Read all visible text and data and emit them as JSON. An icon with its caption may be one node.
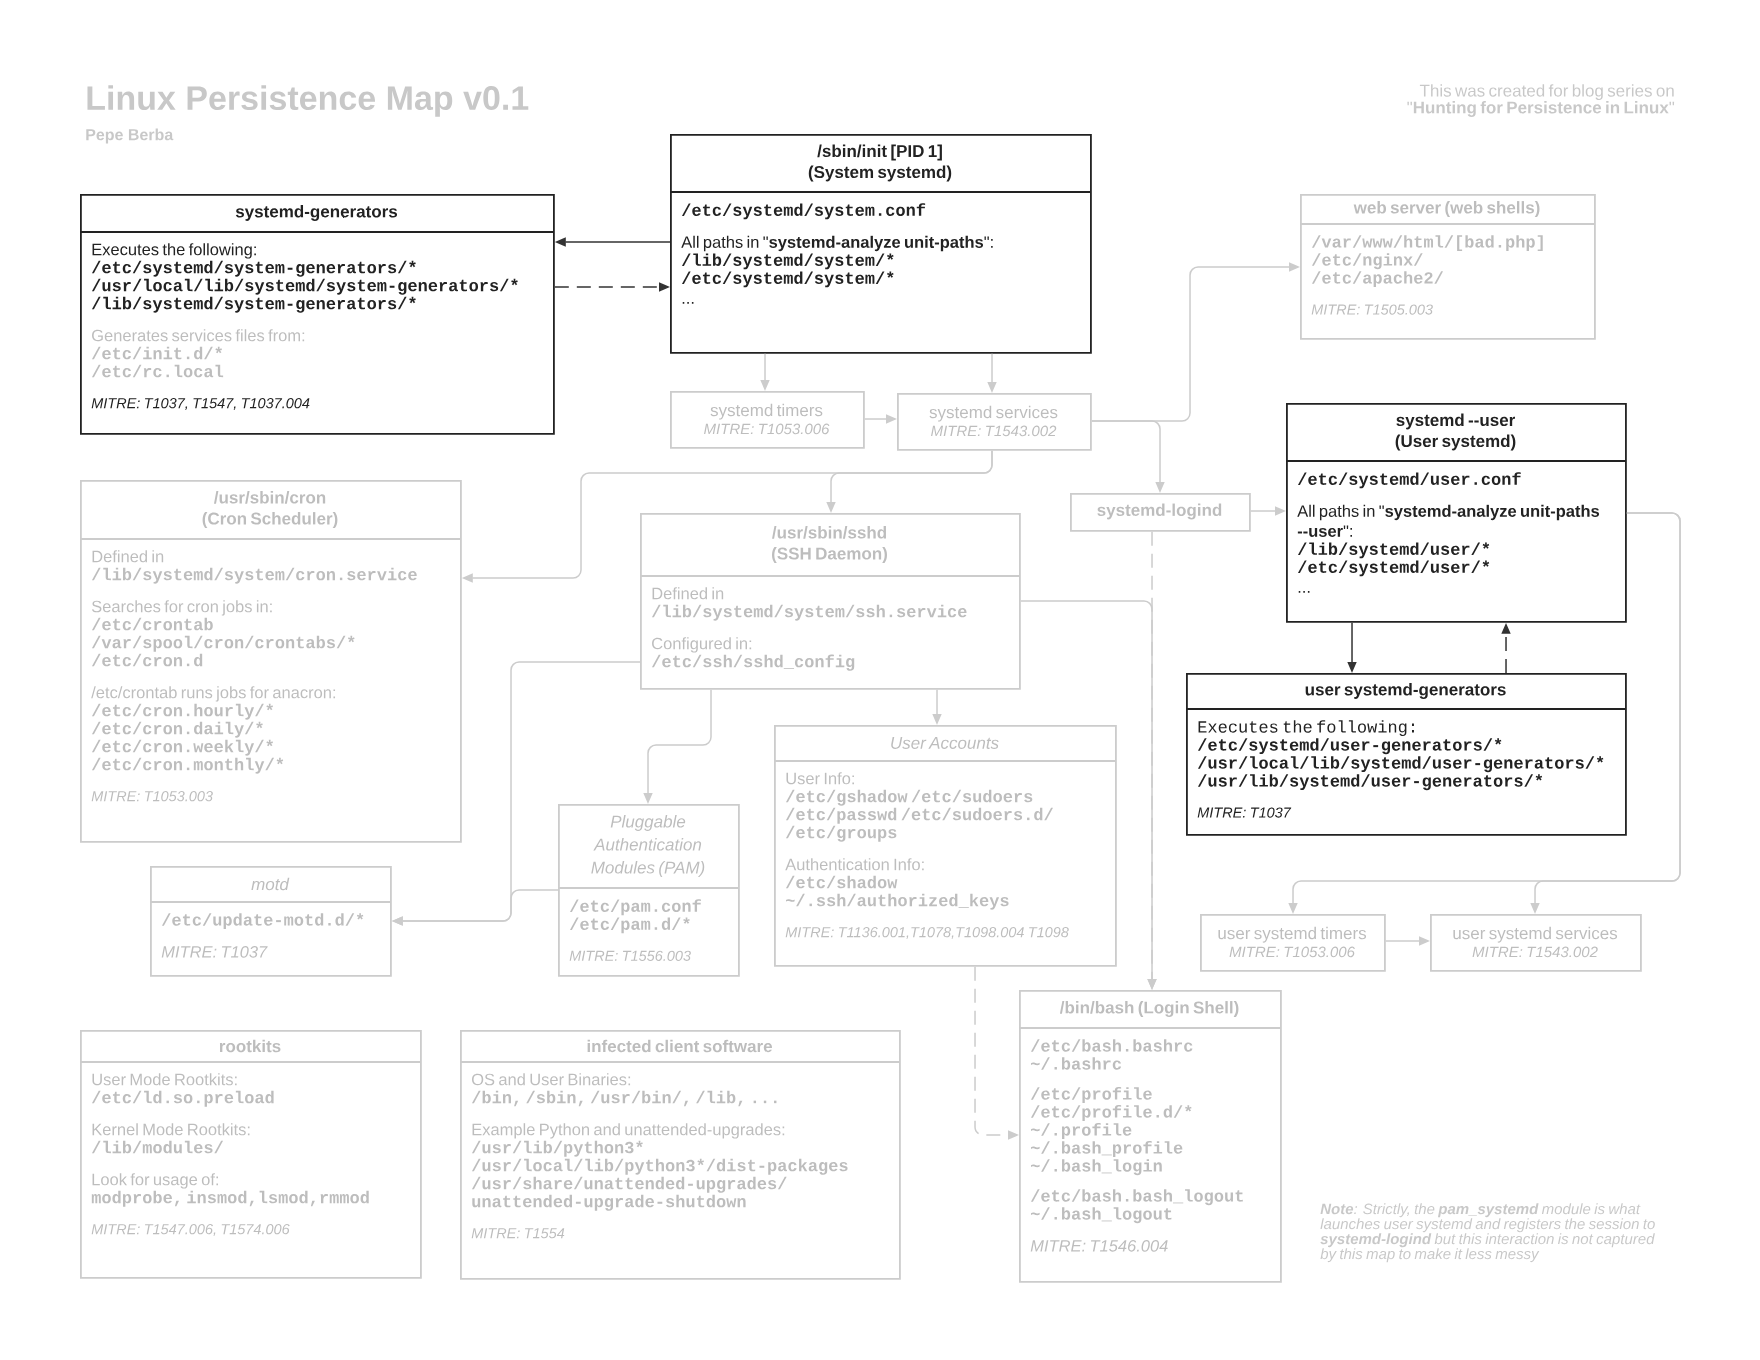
{
  "diagram": {
    "title": "Linux Persistence Map v0.1",
    "nodes": [
      {
        "text": [
          "systemd-generators",
          "Executes the following:",
          "/etc/systemd/system-generators/*",
          "/usr/local/lib/systemd/system-generators/*",
          "/lib/systemd/system-generators/*",
          "Generates services files from:",
          "/etc/init.d/*",
          "/etc/rc.local",
          "MITRE: T1037, T1547, T1037.004"
        ]
      },
      {
        "text": [
          "/sbin/init [PID 1]",
          "(System systemd)",
          "/etc/systemd/system.conf",
          "All paths in \"**systemd-analyze unit-paths**\":",
          "/lib/systemd/system/*",
          "/etc/systemd/system/*",
          "..."
        ]
      },
      {
        "text": [
          "web server (web shells)",
          "/var/www/html/[bad.php]",
          "/etc/nginx/",
          "/etc/apache2/",
          "MITRE: T1505.003"
        ]
      },
      {
        "text": [
          "systemd timers",
          "MITRE: T1053.006"
        ]
      },
      {
        "text": [
          "systemd services",
          "MITRE: T1543.002"
        ]
      },
      {
        "text": [
          "systemd-logind"
        ]
      },
      {
        "text": [
          "systemd --user",
          "(User systemd)",
          "/etc/systemd/user.conf",
          "All paths in \"**systemd-analyze unit-paths --user**\":",
          "/lib/systemd/user/*",
          "/etc/systemd/user/*",
          "..."
        ]
      },
      {
        "text": [
          "/usr/sbin/cron",
          "(Cron Scheduler)",
          "Defined in",
          "/lib/systemd/system/cron.service",
          "Searches for cron jobs in:",
          "/etc/crontab",
          "/var/spool/cron/crontabs/*",
          "/etc/cron.d",
          "/etc/crontab runs jobs for anacron:",
          "/etc/cron.hourly/*",
          "/etc/cron.daily/*",
          "/etc/cron.weekly/*",
          "/etc/cron.monthly/*",
          "MITRE: T1053.003"
        ]
      },
      {
        "text": [
          "/usr/sbin/sshd",
          "(SSH Daemon)",
          "Defined in",
          "/lib/systemd/system/ssh.service",
          "Configured in:",
          "/etc/ssh/sshd_config"
        ]
      },
      {
        "text": [
          "user systemd-generators",
          "Executes the following:",
          "/etc/systemd/user-generators/*",
          "/usr/local/lib/systemd/user-generators/*",
          "/usr/lib/systemd/user-generators/*",
          "MITRE: T1037"
        ]
      },
      {
        "text": [
          "motd",
          "/etc/update-motd.d/*",
          "MITRE: T1037"
        ]
      },
      {
        "text": [
          "Pluggable Authentication Modules (PAM)",
          "/etc/pam.conf",
          "/etc/pam.d/*",
          "MITRE: T1556.003"
        ]
      },
      {
        "text": [
          "User Accounts",
          "User Info:",
          "/etc/gshadow /etc/sudoers",
          "/etc/passwd /etc/sudoers.d/",
          "/etc/groups",
          "Authentication Info:",
          "/etc/shadow",
          "~/.ssh/authorized_keys",
          "MITRE: T1136.001,T1078,T1098.004 T1098"
        ]
      },
      {
        "text": [
          "user systemd timers",
          "MITRE: T1053.006"
        ]
      },
      {
        "text": [
          "user systemd services",
          "MITRE: T1543.002"
        ]
      },
      {
        "text": [
          "rootkits",
          "User Mode Rootkits:",
          "/etc/ld.so.preload",
          "Kernel Mode Rootkits:",
          "/lib/modules/",
          "Look for usage of:",
          "modprobe, insmod,lsmod,rmmod",
          "MITRE: T1547.006, T1574.006"
        ]
      },
      {
        "text": [
          "infected client software",
          "OS and User Binaries:",
          "/bin, /sbin, /usr/bin/, /lib, ...",
          "Example Python and unattended-upgrades:",
          "/usr/lib/python3*",
          "/usr/local/lib/python3*/dist-packages",
          "/usr/share/unattended-upgrades/",
          "unattended-upgrade-shutdown",
          "MITRE: T1554"
        ]
      },
      {
        "text": [
          "/bin/bash (Login Shell)",
          "/etc/bash.bashrc",
          "~/.bashrc",
          "/etc/profile",
          "/etc/profile.d/*",
          "~/.profile",
          "~/.bash_profile",
          "~/.bash_login",
          "/etc/bash.bash_logout",
          "~/.bash_logout",
          "MITRE: T1546.004"
        ]
      }
    ],
    "edges": [
      {
        "from": 1,
        "to": 0,
        "arrow": "to",
        "color": "#333333"
      },
      {
        "from": 0,
        "to": 1,
        "arrow": "to",
        "style": "dashed",
        "color": "#333333"
      },
      {
        "from": 1,
        "to": 3,
        "arrow": "to"
      },
      {
        "from": 1,
        "to": 4,
        "arrow": "to"
      },
      {
        "from": 3,
        "to": 4,
        "arrow": "to"
      },
      {
        "from": 4,
        "to": 2,
        "arrow": "to"
      },
      {
        "from": 4,
        "to": 5,
        "arrow": "to"
      },
      {
        "from": 4,
        "to": 8,
        "arrow": "to"
      },
      {
        "from": 4,
        "to": 7,
        "arrow": "to"
      },
      {
        "from": 5,
        "to": 6,
        "arrow": "to"
      },
      {
        "from": 5,
        "to": 17,
        "arrow": "to",
        "style": "dashed"
      },
      {
        "from": 8,
        "to": 17,
        "arrow": "to"
      },
      {
        "from": 8,
        "to": 11,
        "arrow": "to"
      },
      {
        "from": 8,
        "to": 12,
        "arrow": "to"
      },
      {
        "from": 8,
        "to": 10,
        "arrow": "to"
      },
      {
        "from": 11,
        "to": 10,
        "arrow": "to"
      },
      {
        "from": 12,
        "to": 17,
        "arrow": "to",
        "style": "dashed"
      },
      {
        "from": 6,
        "to": 9,
        "arrow": "to",
        "color": "#333333"
      },
      {
        "from": 9,
        "to": 6,
        "arrow": "to",
        "style": "dashed",
        "color": "#333333"
      },
      {
        "from": 6,
        "to": 13,
        "arrow": "to"
      },
      {
        "from": 6,
        "to": 14,
        "arrow": "to"
      },
      {
        "from": 13,
        "to": 14,
        "arrow": "to"
      }
    ],
    "labels": [
      "Pepe Berba",
      "This was created for blog series on \"**Hunting for Persistence in Linux**\"",
      "**Note**: Strictly, the **pam_systemd** module is what launches user systemd and registers the session to **systemd-logind** but this interaction is not captured by this map to make it less messy"
    ]
  }
}
